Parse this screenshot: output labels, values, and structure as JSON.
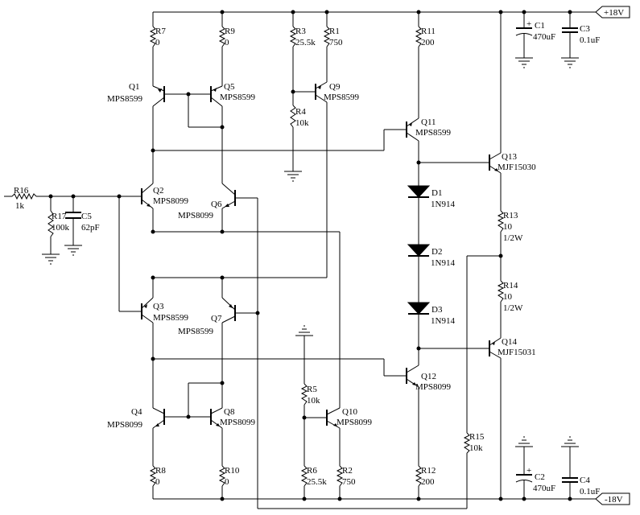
{
  "rails": {
    "positive": "+18V",
    "negative": "-18V"
  },
  "resistors": [
    {
      "ref": "R7",
      "value": "0"
    },
    {
      "ref": "R9",
      "value": "0"
    },
    {
      "ref": "R3",
      "value": "25.5k"
    },
    {
      "ref": "R1",
      "value": "750"
    },
    {
      "ref": "R11",
      "value": "200"
    },
    {
      "ref": "R4",
      "value": "10k"
    },
    {
      "ref": "R16",
      "value": "1k"
    },
    {
      "ref": "R17",
      "value": "100k"
    },
    {
      "ref": "R13",
      "value": "10",
      "extra": "1/2W"
    },
    {
      "ref": "R14",
      "value": "10",
      "extra": "1/2W"
    },
    {
      "ref": "R5",
      "value": "10k"
    },
    {
      "ref": "R15",
      "value": "10k"
    },
    {
      "ref": "R8",
      "value": "0"
    },
    {
      "ref": "R10",
      "value": "0"
    },
    {
      "ref": "R6",
      "value": "25.5k"
    },
    {
      "ref": "R2",
      "value": "750"
    },
    {
      "ref": "R12",
      "value": "200"
    }
  ],
  "capacitors": [
    {
      "ref": "C1",
      "value": "470uF",
      "polarized": true
    },
    {
      "ref": "C3",
      "value": "0.1uF"
    },
    {
      "ref": "C5",
      "value": "62pF"
    },
    {
      "ref": "C2",
      "value": "470uF",
      "polarized": true
    },
    {
      "ref": "C4",
      "value": "0.1uF"
    }
  ],
  "polarity_mark": "+",
  "transistors": [
    {
      "ref": "Q1",
      "part": "MPS8599"
    },
    {
      "ref": "Q5",
      "part": "MPS8599"
    },
    {
      "ref": "Q9",
      "part": "MPS8599"
    },
    {
      "ref": "Q11",
      "part": "MPS8599"
    },
    {
      "ref": "Q13",
      "part": "MJF15030"
    },
    {
      "ref": "Q2",
      "part": "MPS8099"
    },
    {
      "ref": "Q6",
      "part": "MPS8099"
    },
    {
      "ref": "Q3",
      "part": "MPS8599"
    },
    {
      "ref": "Q7",
      "part": "MPS8599"
    },
    {
      "ref": "Q14",
      "part": "MJF15031"
    },
    {
      "ref": "Q12",
      "part": "MPS8099"
    },
    {
      "ref": "Q4",
      "part": "MPS8099"
    },
    {
      "ref": "Q8",
      "part": "MPS8099"
    },
    {
      "ref": "Q10",
      "part": "MPS8099"
    }
  ],
  "diodes": [
    {
      "ref": "D1",
      "part": "1N914"
    },
    {
      "ref": "D2",
      "part": "1N914"
    },
    {
      "ref": "D3",
      "part": "1N914"
    }
  ]
}
